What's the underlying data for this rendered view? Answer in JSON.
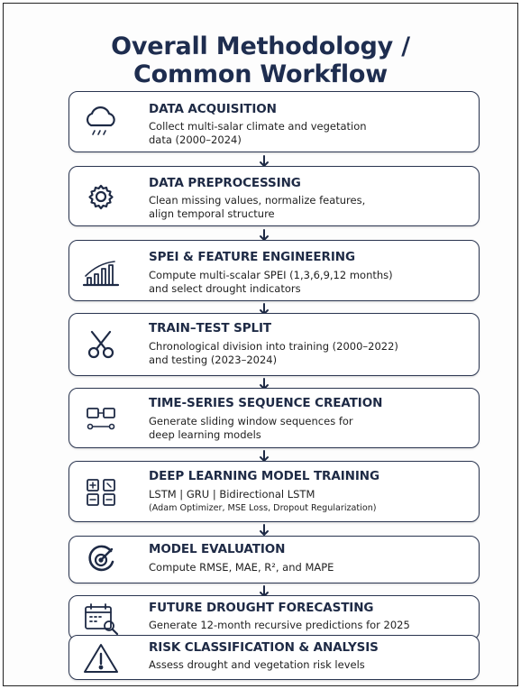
{
  "title": {
    "line1": "Overall Methodology /",
    "line2": "Common Workflow"
  },
  "steps": [
    {
      "heading": "DATA ACQUISITION",
      "lines": [
        "Collect multi-salar climate and vegetation",
        "data (2000–2024)"
      ],
      "icon": "cloud-rain-icon"
    },
    {
      "heading": "DATA PREPROCESSING",
      "lines": [
        "Clean missing values, normalize features,",
        "align temporal structure"
      ],
      "icon": "gear-icon"
    },
    {
      "heading": "SPEI & FEATURE ENGINEERING",
      "lines": [
        "Compute multi-scalar SPEI (1,3,6,9,12 months)",
        "and select drought indicators"
      ],
      "icon": "bar-chart-icon"
    },
    {
      "heading": "TRAIN–TEST SPLIT",
      "lines": [
        "Chronological division into training (2000–2022)",
        "and testing (2023–2024)"
      ],
      "icon": "scissors-icon"
    },
    {
      "heading": "TIME-SERIES SEQUENCE CREATION",
      "lines": [
        "Generate sliding window sequences for",
        "deep learning models"
      ],
      "icon": "sequence-blocks-icon"
    },
    {
      "heading": "DEEP LEARNING MODEL TRAINING",
      "lines": [
        "LSTM | GRU | Bidirectional LSTM",
        "(Adam Optimizer, MSE Loss, Dropout Regularization)"
      ],
      "icon": "model-network-icon"
    },
    {
      "heading": "MODEL EVALUATION",
      "lines": [
        "Compute RMSE, MAE, R², and MAPE"
      ],
      "icon": "target-gauge-icon"
    },
    {
      "heading": "FUTURE DROUGHT FORECASTING",
      "lines": [
        "Generate 12-month recursive predictions for 2025"
      ],
      "icon": "calendar-search-icon"
    },
    {
      "heading": "RISK CLASSIFICATION & ANALYSIS",
      "lines": [
        "Assess drought and vegetation risk levels"
      ],
      "icon": "warning-icon"
    }
  ],
  "colors": {
    "text": "#1e2a45",
    "border": "#2a3550",
    "background": "#ffffff"
  }
}
